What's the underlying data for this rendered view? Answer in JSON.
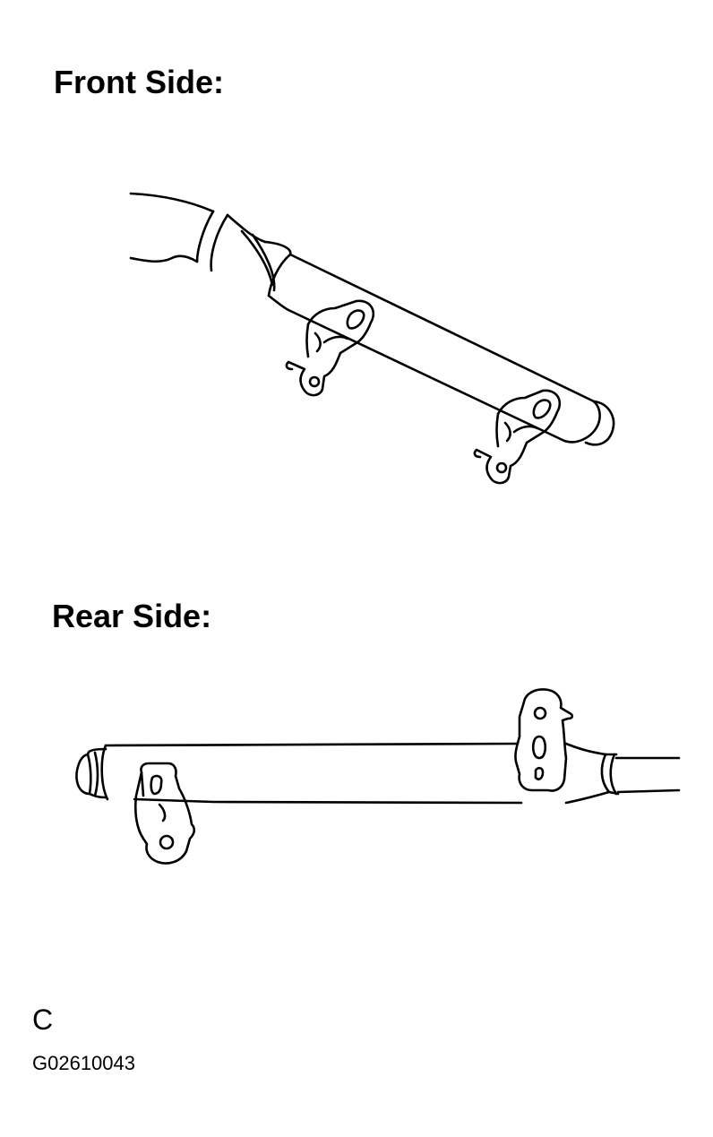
{
  "front_view": {
    "heading": "Front Side:"
  },
  "rear_view": {
    "heading": "Rear Side:"
  },
  "footer": {
    "view_letter": "C",
    "figure_id": "G02610043"
  },
  "colors": {
    "ink": "#000000",
    "background": "#ffffff"
  }
}
